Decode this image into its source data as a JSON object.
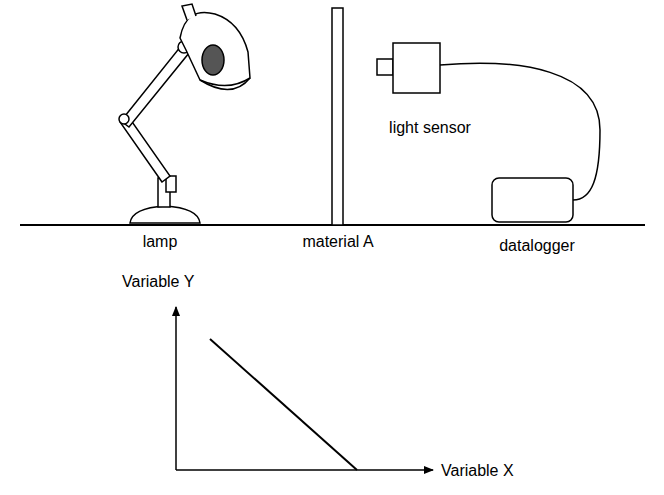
{
  "diagram": {
    "labels": [
      "lamp",
      "material A",
      "light sensor",
      "datalogger",
      "Variable Y",
      "Variable X"
    ]
  }
}
